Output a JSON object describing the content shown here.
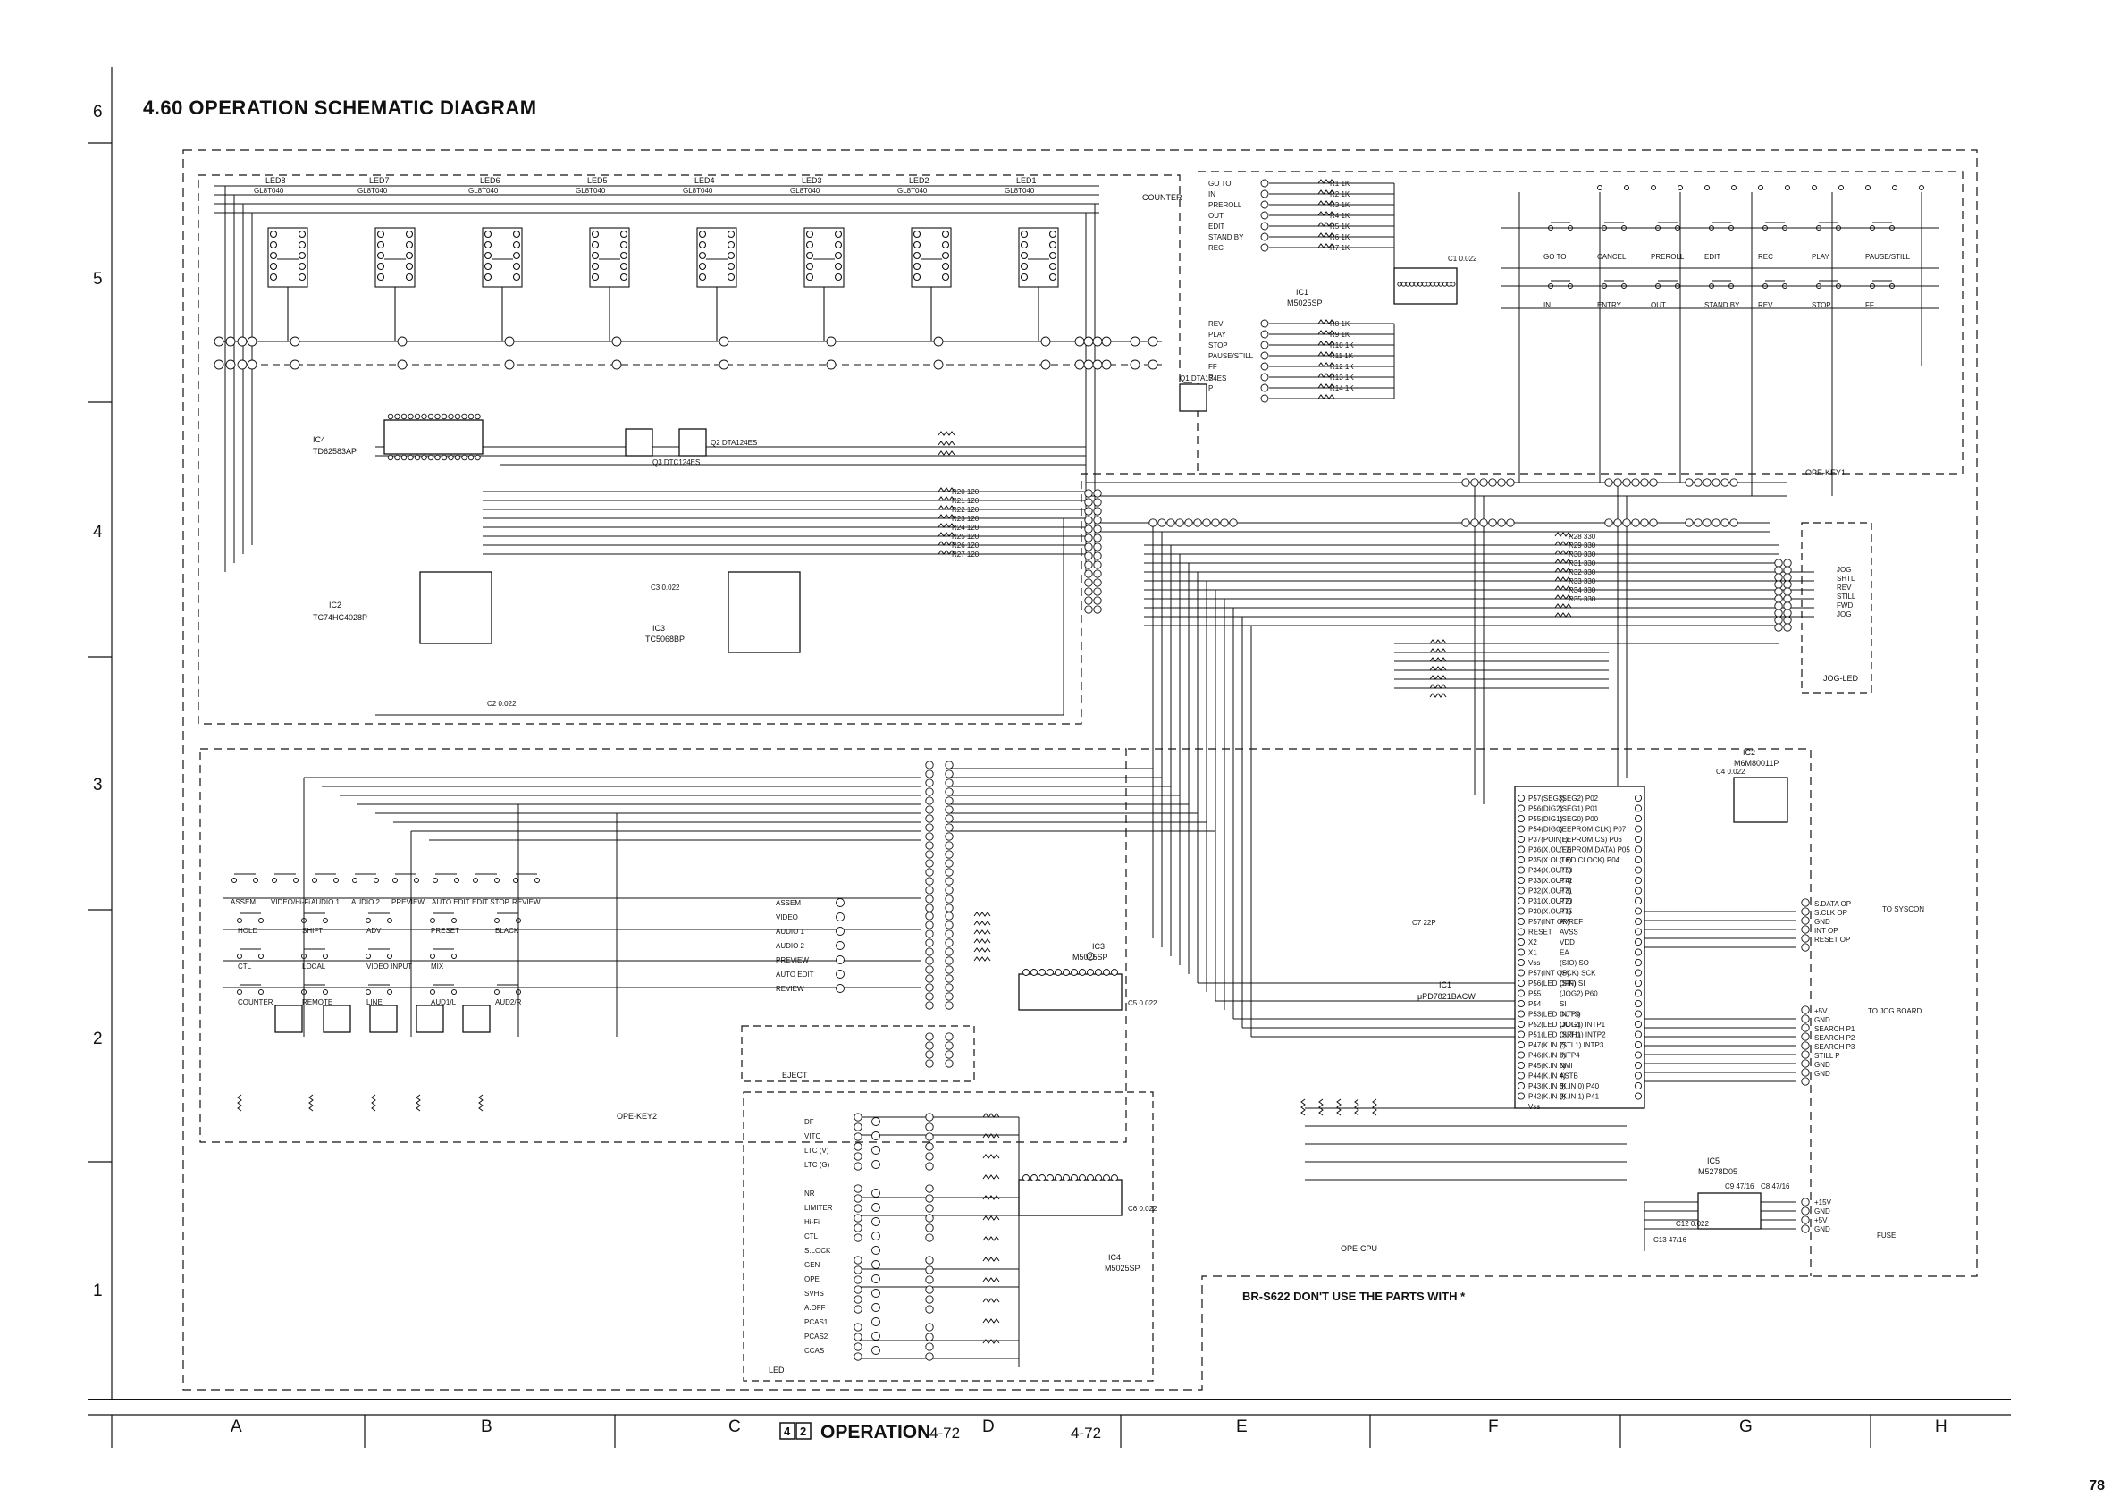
{
  "title": "4.60  OPERATION SCHEMATIC DIAGRAM",
  "row_markers": [
    "6",
    "5",
    "4",
    "3",
    "2",
    "1"
  ],
  "column_markers": [
    "A",
    "B",
    "C",
    "D",
    "E",
    "F",
    "G",
    "H"
  ],
  "footer": {
    "section": "OPERATION",
    "section_icon": "4-2",
    "ref_left": "4-72",
    "ref_right": "4-72",
    "page_number": "78"
  },
  "note": "BR-S622 DON'T USE THE PARTS WITH  *",
  "board_labels": {
    "counter": "COUNTER",
    "ope_key1": "OPE-KEY1",
    "ope_key2": "OPE-KEY2",
    "ope_cpu": "OPE-CPU",
    "jog_led": "JOG-LED",
    "led": "LED",
    "eject": "EJECT",
    "cn7_syscon": "TO SYSCON",
    "to_jog_board": "TO JOG BOARD",
    "cn1_fuse": "FUSE"
  },
  "leds": [
    "LED8",
    "LED7",
    "LED6",
    "LED5",
    "LED4",
    "LED3",
    "LED2",
    "LED1"
  ],
  "led_part": "GL8T040",
  "ics": {
    "ic4_top": {
      "name": "IC4",
      "part": "TD62583AP"
    },
    "ic2_top": {
      "name": "IC2",
      "part": "TC74HC4028P"
    },
    "ic3_top": {
      "name": "IC3",
      "part": "TC5068BP"
    },
    "ic1_key": {
      "name": "IC1",
      "part": "M5025SP"
    },
    "ic1_cpu": {
      "name": "IC1",
      "part": "μPD7821BACW"
    },
    "ic2_cpu": {
      "name": "IC2",
      "part": "M6M80011P"
    },
    "ic3_key2": {
      "name": "IC3",
      "part": "M5025SP"
    },
    "ic4_led": {
      "name": "IC4",
      "part": "M5025SP"
    },
    "ic5": {
      "name": "IC5",
      "part": "M5278D05"
    }
  },
  "transistors": [
    "Q1 DTA124ES",
    "Q2 DTA124ES",
    "Q3 DTC124ES"
  ],
  "key_switches_top": [
    "GO TO",
    "CANCEL",
    "PREROLL",
    "EDIT",
    "REC",
    "PLAY",
    "PAUSE/STILL",
    "IN",
    "ENTRY",
    "OUT",
    "STAND BY",
    "REV",
    "STOP",
    "FF"
  ],
  "key_switches_bottom": [
    "ASSEM",
    "VIDEO/Hi-Fi",
    "AUDIO 1",
    "AUDIO 2",
    "PREVIEW",
    "AUTO EDIT",
    "EDIT STOP",
    "REVIEW",
    "HOLD",
    "SHIFT",
    "ADV",
    "PRESET",
    "BLACK",
    "CTL",
    "LOCAL",
    "VIDEO INPUT",
    "MIX",
    "COUNTER",
    "REMOTE",
    "LINE",
    "AUD1/L",
    "AUD2/R"
  ],
  "led_inputs_left": [
    "ASSEM",
    "VIDEO",
    "AUDIO 1",
    "AUDIO 2",
    "PREVIEW",
    "AUTO EDIT",
    "REVIEW"
  ],
  "led_inputs_led": [
    "DF",
    "VITC",
    "LTC (V)",
    "LTC (G)",
    "NR",
    "LIMITER",
    "Hi-Fi",
    "CTL",
    "S.LOCK",
    "GEN",
    "OPE",
    "SVHS",
    "A.OFF",
    "PCAS1",
    "PCAS2",
    "CCAS"
  ],
  "key1_inputs": [
    "GO TO",
    "IN",
    "PREROLL",
    "OUT",
    "EDIT",
    "STAND BY",
    "REC",
    "REV",
    "PLAY",
    "STOP",
    "PAUSE/STILL",
    "FF",
    "R",
    "P"
  ],
  "jog_pins": [
    "JOG",
    "SHTL",
    "REV",
    "STILL",
    "FWD",
    "JOG"
  ],
  "syscon_pins": [
    "S.DATA OP",
    "S.CLK OP",
    "GND",
    "INT OP",
    "RESET OP"
  ],
  "jog_board_pins": [
    "+5V",
    "GND",
    "SEARCH P1",
    "SEARCH P2",
    "SEARCH P3",
    "STILL P",
    "GND",
    "GND"
  ],
  "power_pins": [
    "+15V",
    "GND",
    "+5V",
    "GND"
  ],
  "cpu_pins_left": [
    "P57(SEG3)",
    "P56(DIG2)",
    "P55(DIG1)",
    "P54(DIG0)",
    "P37(POINT)",
    "P36(X.OUT7)",
    "P35(X.OUT6)",
    "P34(X.OUT5)",
    "P33(X.OUT4)",
    "P32(X.OUT3)",
    "P31(X.OUT2)",
    "P30(X.OUT1)",
    "P57(INT OP)",
    "RESET",
    "X2",
    "X1",
    "Vss",
    "P57(INT OP)",
    "P56(LED OFF)",
    "P55",
    "P54",
    "P53(LED OUT3)",
    "P52(LED OUT2)",
    "P51(LED OUT1)",
    "P47(K.IN 7)",
    "P46(K.IN 6)",
    "P45(K.IN 5)",
    "P44(K.IN 4)",
    "P43(K.IN 3)",
    "P42(K.IN 2)",
    "Vss"
  ],
  "cpu_pins_right": [
    "(SEG2) P02",
    "(SEG1) P01",
    "(SEG0) P00",
    "(EEPROM CLK) P07",
    "(EEPROM CS) P06",
    "(EEPROM DATA) P05",
    "(LED CLOCK) P04",
    "P73",
    "P72",
    "P71",
    "P70",
    "P75",
    "AVREF",
    "AVSS",
    "VDD",
    "EA",
    "(SIO) SO",
    "(SCK) SCK",
    "(SIN) SI",
    "(JOG2) P60",
    "SI",
    "INTP0",
    "(JOG1) INTP1",
    "(SRH1) INTP2",
    "(STL1) INTP3",
    "INTP4",
    "NMI",
    "ASTB",
    "(K.IN 0) P40",
    "(K.IN 1) P41"
  ],
  "resistors_sample": [
    "R1 1K",
    "R2 1K",
    "R3 1K",
    "R4 1K",
    "R5 1K",
    "R6 1K",
    "R7 1K",
    "R8 1K",
    "R9 1K",
    "R10 1K",
    "R11 1K",
    "R12 1K",
    "R13 1K",
    "R14 1K",
    "R20 120",
    "R21 120",
    "R22 120",
    "R23 120",
    "R24 120",
    "R25 120",
    "R26 120",
    "R27 120",
    "R28 330",
    "R29 330",
    "R30 330",
    "R31 330",
    "R32 330",
    "R33 330",
    "R34 330",
    "R35 330"
  ],
  "capacitors": [
    "C1 0.022",
    "C2 0.022",
    "C3 0.022",
    "C4 0.022",
    "C5 0.022",
    "C6 0.022",
    "C7 22P",
    "C8 47/16",
    "C9 47/16",
    "C12 0.022",
    "C13 47/16"
  ]
}
